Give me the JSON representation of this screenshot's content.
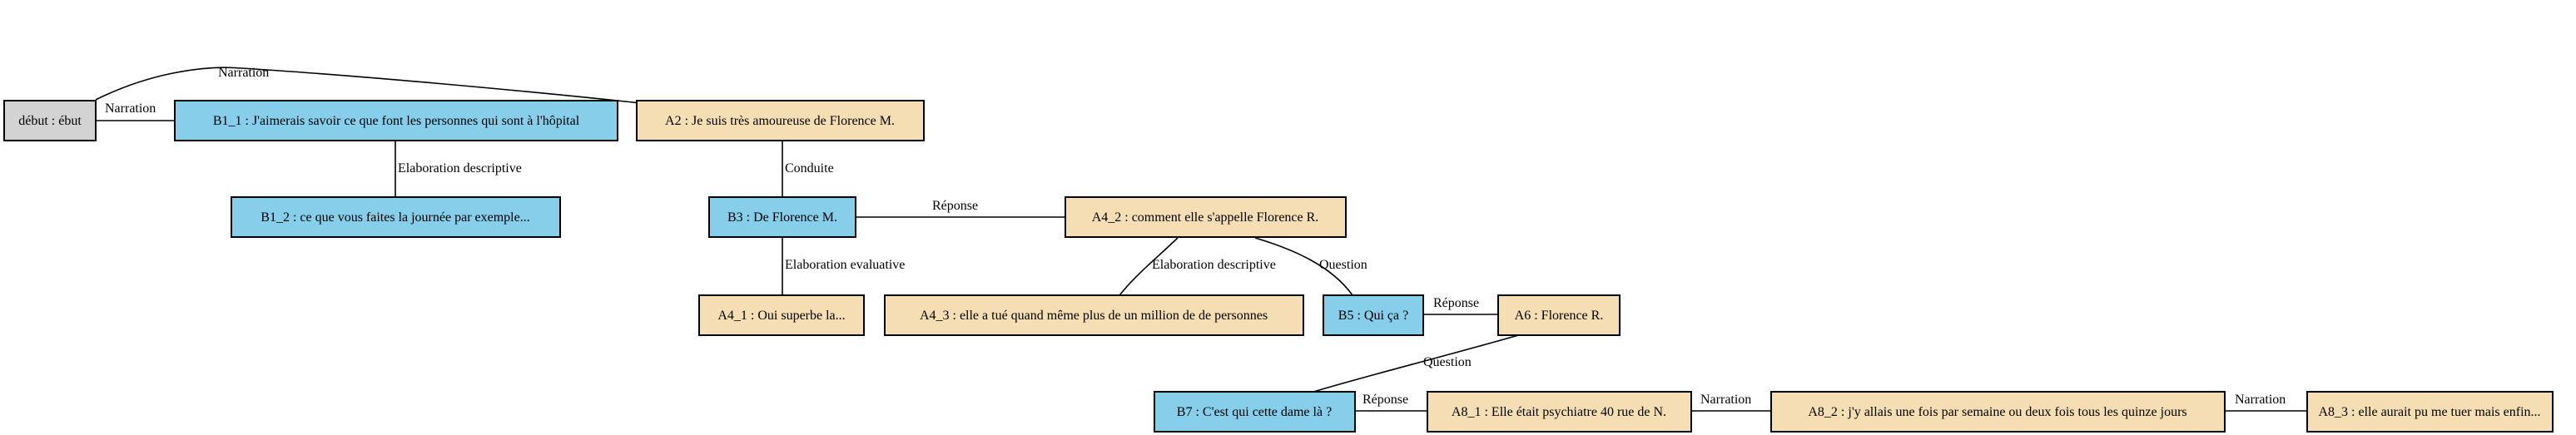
{
  "colors": {
    "start": "#d3d3d3",
    "speaker_b": "#87ceeb",
    "speaker_a": "#f5deb3",
    "edge": "#000000"
  },
  "nodes": {
    "start": {
      "label": "début : ébut",
      "color": "start"
    },
    "b1_1": {
      "label": "B1_1 : J'aimerais savoir ce que font les personnes qui sont à l'hôpital",
      "color": "speaker_b"
    },
    "a2": {
      "label": "A2 : Je suis très amoureuse de Florence M.",
      "color": "speaker_a"
    },
    "b1_2": {
      "label": "B1_2 : ce que vous faites la journée par exemple...",
      "color": "speaker_b"
    },
    "b3": {
      "label": "B3 : De Florence M.",
      "color": "speaker_b"
    },
    "a4_2": {
      "label": "A4_2 : comment elle s'appelle Florence R.",
      "color": "speaker_a"
    },
    "a4_1": {
      "label": "A4_1 : Oui superbe la...",
      "color": "speaker_a"
    },
    "a4_3": {
      "label": "A4_3 : elle a tué quand même plus de un million de de personnes",
      "color": "speaker_a"
    },
    "b5": {
      "label": "B5 : Qui ça ?",
      "color": "speaker_b"
    },
    "a6": {
      "label": "A6 : Florence R.",
      "color": "speaker_a"
    },
    "b7": {
      "label": "B7 : C'est qui cette dame là ?",
      "color": "speaker_b"
    },
    "a8_1": {
      "label": "A8_1 : Elle était psychiatre 40 rue de N.",
      "color": "speaker_a"
    },
    "a8_2": {
      "label": "A8_2 : j'y allais une fois par semaine ou deux fois tous les quinze jours",
      "color": "speaker_a"
    },
    "a8_3": {
      "label": "A8_3 : elle aurait pu me tuer mais enfin...",
      "color": "speaker_a"
    }
  },
  "edges": {
    "start_a2": {
      "from": "start",
      "to": "a2",
      "label": "Narration"
    },
    "start_b1_1": {
      "from": "start",
      "to": "b1_1",
      "label": "Narration"
    },
    "b1_1_b1_2": {
      "from": "b1_1",
      "to": "b1_2",
      "label": "Elaboration descriptive"
    },
    "a2_b3": {
      "from": "a2",
      "to": "b3",
      "label": "Conduite"
    },
    "b3_a4_2": {
      "from": "b3",
      "to": "a4_2",
      "label": "Réponse"
    },
    "b3_a4_1": {
      "from": "b3",
      "to": "a4_1",
      "label": "Elaboration evaluative"
    },
    "a4_2_a4_3": {
      "from": "a4_2",
      "to": "a4_3",
      "label": "Elaboration descriptive"
    },
    "a4_2_b5": {
      "from": "a4_2",
      "to": "b5",
      "label": "Question"
    },
    "b5_a6": {
      "from": "b5",
      "to": "a6",
      "label": "Réponse"
    },
    "a6_b7": {
      "from": "a6",
      "to": "b7",
      "label": "Question"
    },
    "b7_a8_1": {
      "from": "b7",
      "to": "a8_1",
      "label": "Réponse"
    },
    "a8_1_a8_2": {
      "from": "a8_1",
      "to": "a8_2",
      "label": "Narration"
    },
    "a8_2_a8_3": {
      "from": "a8_2",
      "to": "a8_3",
      "label": "Narration"
    }
  }
}
